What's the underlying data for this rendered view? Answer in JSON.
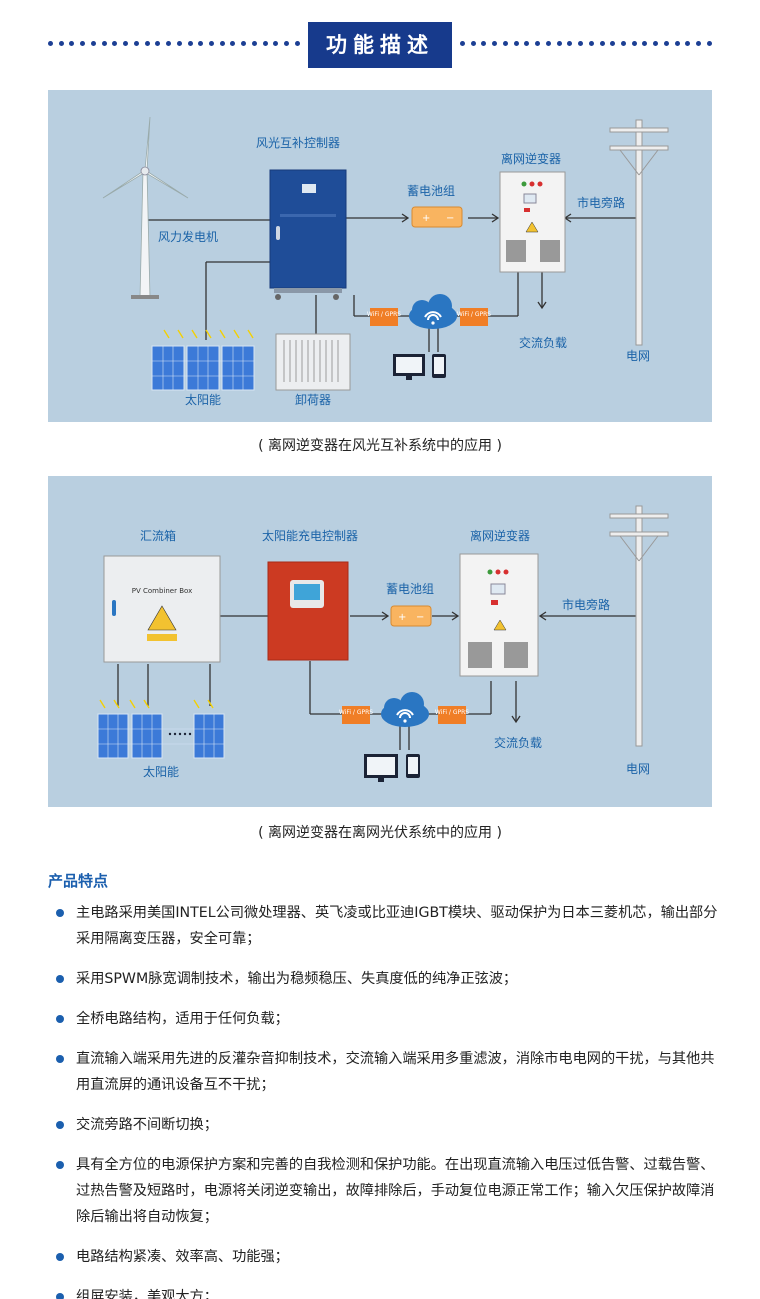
{
  "header": {
    "title": "功能描述"
  },
  "diagram1": {
    "controller": "风光互补控制器",
    "battery": "蓄电池组",
    "inverter": "离网逆变器",
    "bypass": "市电旁路",
    "wind": "风力发电机",
    "solar": "太阳能",
    "dump_load": "卸荷器",
    "ac_load": "交流负载",
    "grid": "电网",
    "wifi_left": "WiFi / GPRS",
    "wifi_right": "WiFi / GPRS",
    "caption": "( 离网逆变器在风光互补系统中的应用 )"
  },
  "diagram2": {
    "combiner": "汇流箱",
    "combiner_box_text": "PV Combiner Box",
    "controller": "太阳能充电控制器",
    "battery": "蓄电池组",
    "inverter": "离网逆变器",
    "bypass": "市电旁路",
    "solar": "太阳能",
    "ac_load": "交流负载",
    "grid": "电网",
    "wifi_left": "WiFi / GPRS",
    "wifi_right": "WiFi / GPRS",
    "caption": "( 离网逆变器在离网光伏系统中的应用 )"
  },
  "features": {
    "title": "产品特点",
    "items": [
      "主电路采用美国INTEL公司微处理器、英飞凌或比亚迪IGBT模块、驱动保护为日本三菱机芯，输出部分采用隔离变压器，安全可靠；",
      "采用SPWM脉宽调制技术，输出为稳频稳压、失真度低的纯净正弦波；",
      "全桥电路结构，适用于任何负载；",
      "直流输入端采用先进的反灌杂音抑制技术，交流输入端采用多重滤波，消除市电电网的干扰，与其他共用直流屏的通讯设备互不干扰；",
      "交流旁路不间断切换；",
      "具有全方位的电源保护方案和完善的自我检测和保护功能。在出现直流输入电压过低告警、过载告警、过热告警及短路时，电源将关闭逆变输出，故障排除后，手动复位电源正常工作；输入欠压保护故障消除后输出将自动恢复；",
      "电路结构紧凑、效率高、功能强；",
      "组屏安装，美观大方；"
    ]
  },
  "colors": {
    "brand_blue": "#173a8c",
    "accent_blue": "#1b5fae",
    "panel_bg": "#b9cfe0",
    "controller_red": "#cc3a22"
  }
}
